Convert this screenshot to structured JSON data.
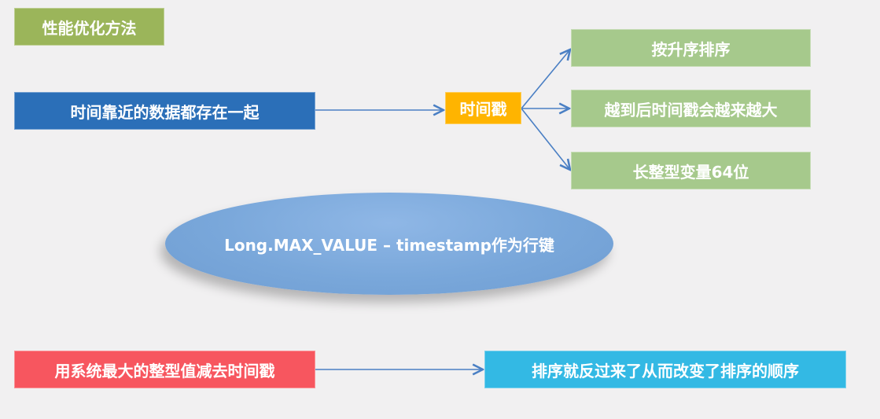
{
  "title": "性能优化方法",
  "flow_top": {
    "source": "时间靠近的数据都存在一起",
    "middle": "时间戳",
    "branches": [
      "按升序排序",
      "越到后时间戳会越来越大",
      "长整型变量64位"
    ]
  },
  "ellipse_label": "Long.MAX_VALUE – timestamp作为行键",
  "flow_bottom": {
    "source": "用系统最大的整型值减去时间戳",
    "target": "排序就反过来了从而改变了排序的顺序"
  },
  "colors": {
    "title": "#9bb55a",
    "source": "#2b6fb8",
    "middle": "#ffb400",
    "branch": "#a6c98c",
    "ellipse": "#79a7da",
    "red": "#f7565f",
    "cyan": "#33b9e4",
    "arrow": "#4a7fc4"
  }
}
